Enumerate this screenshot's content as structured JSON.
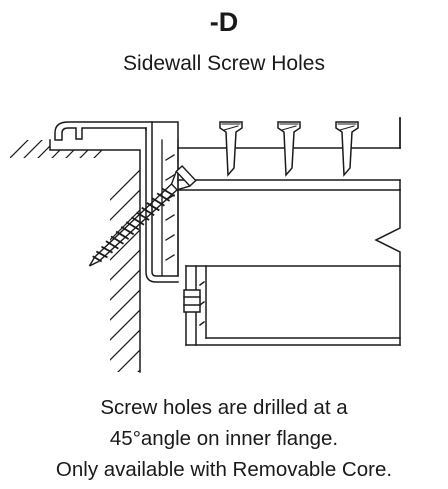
{
  "header": {
    "title": "-D",
    "subtitle": "Sidewall Screw Holes"
  },
  "caption": {
    "lines": [
      "Screw holes are drilled at a",
      "45°angle on inner flange.",
      "Only available with Removable Core."
    ]
  },
  "colors": {
    "ink": "#1a1a1a",
    "background": "#ffffff"
  }
}
